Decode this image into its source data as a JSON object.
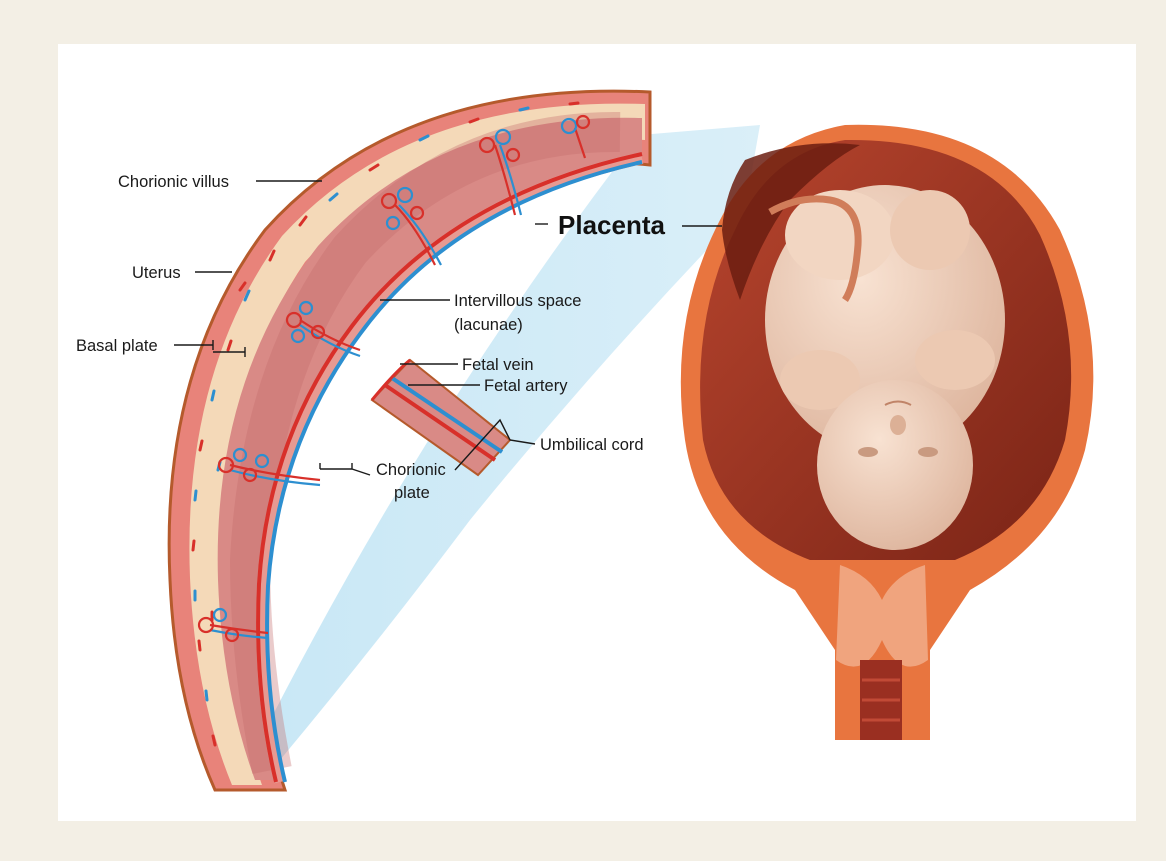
{
  "labels": {
    "chorionic_villus": "Chorionic villus",
    "uterus": "Uterus",
    "basal_plate": "Basal plate",
    "placenta": "Placenta",
    "intervillous_space_line1": "Intervillous space",
    "intervillous_space_line2": "(lacunae)",
    "fetal_vein": "Fetal vein",
    "fetal_artery": "Fetal artery",
    "umbilical_cord": "Umbilical cord",
    "chorionic_plate_line1": "Chorionic",
    "chorionic_plate_line2": "plate"
  },
  "colors": {
    "page_background": "#f3efe5",
    "panel_background": "#ffffff",
    "uterine_wall": "#e8837a",
    "placental_tissue": "#d98a86",
    "decidua_cream": "#f4d9b8",
    "artery_red": "#d8302a",
    "vein_blue": "#2d8fd0",
    "amniotic_light_blue": "#c5e6f5",
    "fetus_skin": "#f0d2bd"
  }
}
